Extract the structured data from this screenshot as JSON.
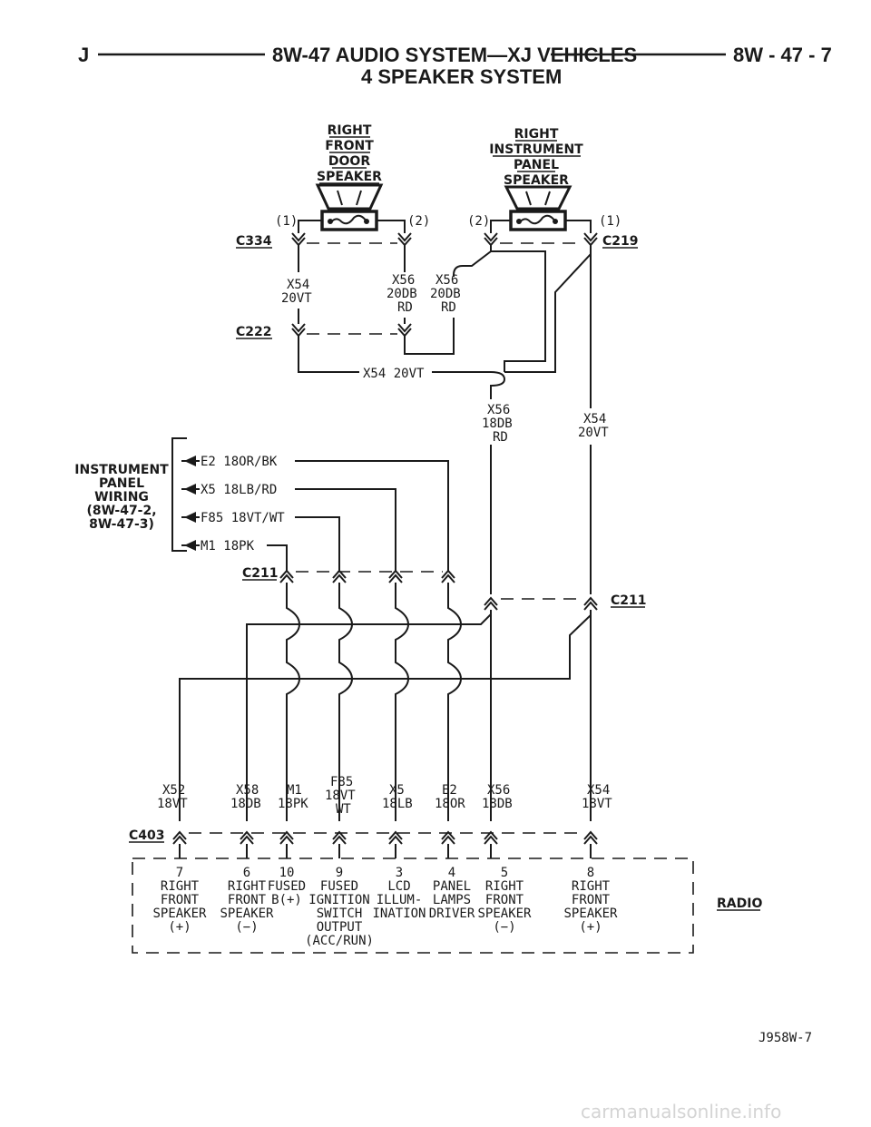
{
  "header": {
    "left": "J",
    "title": "8W-47 AUDIO SYSTEM—XJ VEHICLES",
    "page": "8W - 47 - 7",
    "subtitle": "4 SPEAKER SYSTEM"
  },
  "speakers": {
    "door": {
      "lines": [
        "RIGHT",
        "FRONT",
        "DOOR",
        "SPEAKER"
      ],
      "pin1": "(1)",
      "pin2": "(2)"
    },
    "panel": {
      "lines": [
        "RIGHT",
        "INSTRUMENT",
        "PANEL",
        "SPEAKER"
      ],
      "pin2": "(2)",
      "pin1": "(1)"
    }
  },
  "connectors": {
    "c334": "C334",
    "c219": "C219",
    "c222": "C222",
    "c211": "C211",
    "c403": "C403"
  },
  "wires": {
    "x54_20vt_a": [
      "X54",
      "20VT"
    ],
    "x56_20db_a": [
      "X56",
      "20DB",
      "RD"
    ],
    "x56_20db_b": [
      "X56",
      "20DB",
      "RD"
    ],
    "x54_20vt_horiz": "X54 20VT",
    "x56_18db_rd": [
      "X56",
      "18DB",
      "RD"
    ],
    "x54_20vt_b": [
      "X54",
      "20VT"
    ]
  },
  "instrument_panel": {
    "lines": [
      "INSTRUMENT",
      "PANEL",
      "WIRING",
      "(8W-47-2,",
      "8W-47-3)"
    ],
    "wires": [
      "E2 18OR/BK",
      "X5 18LB/RD",
      "F85 18VT/WT",
      "M1 18PK"
    ]
  },
  "radio_wires": [
    [
      "X52",
      "18VT"
    ],
    [
      "X58",
      "18DB"
    ],
    [
      "M1",
      "18PK"
    ],
    [
      "F85",
      "18VT",
      "WT"
    ],
    [
      "X5",
      "18LB"
    ],
    [
      "E2",
      "18OR"
    ],
    [
      "X56",
      "18DB"
    ],
    [
      "X54",
      "18VT"
    ]
  ],
  "radio_pins": [
    {
      "pin": "7",
      "lines": [
        "RIGHT",
        "FRONT",
        "SPEAKER",
        "(+)"
      ]
    },
    {
      "pin": "6",
      "lines": [
        "RIGHT",
        "FRONT",
        "SPEAKER",
        "(−)"
      ]
    },
    {
      "pin": "10",
      "lines": [
        "FUSED",
        "B(+)"
      ]
    },
    {
      "pin": "9",
      "lines": [
        "FUSED",
        "IGNITION",
        "SWITCH",
        "OUTPUT",
        "(ACC/RUN)"
      ]
    },
    {
      "pin": "3",
      "lines": [
        "LCD",
        "ILLUM-",
        "INATION"
      ]
    },
    {
      "pin": "4",
      "lines": [
        "PANEL",
        "LAMPS",
        "DRIVER"
      ]
    },
    {
      "pin": "5",
      "lines": [
        "RIGHT",
        "FRONT",
        "SPEAKER",
        "(−)"
      ]
    },
    {
      "pin": "8",
      "lines": [
        "RIGHT",
        "FRONT",
        "SPEAKER",
        "(+)"
      ]
    }
  ],
  "radio_label": "RADIO",
  "figure_id": "J958W-7",
  "watermark": "carmanualsonline.info"
}
